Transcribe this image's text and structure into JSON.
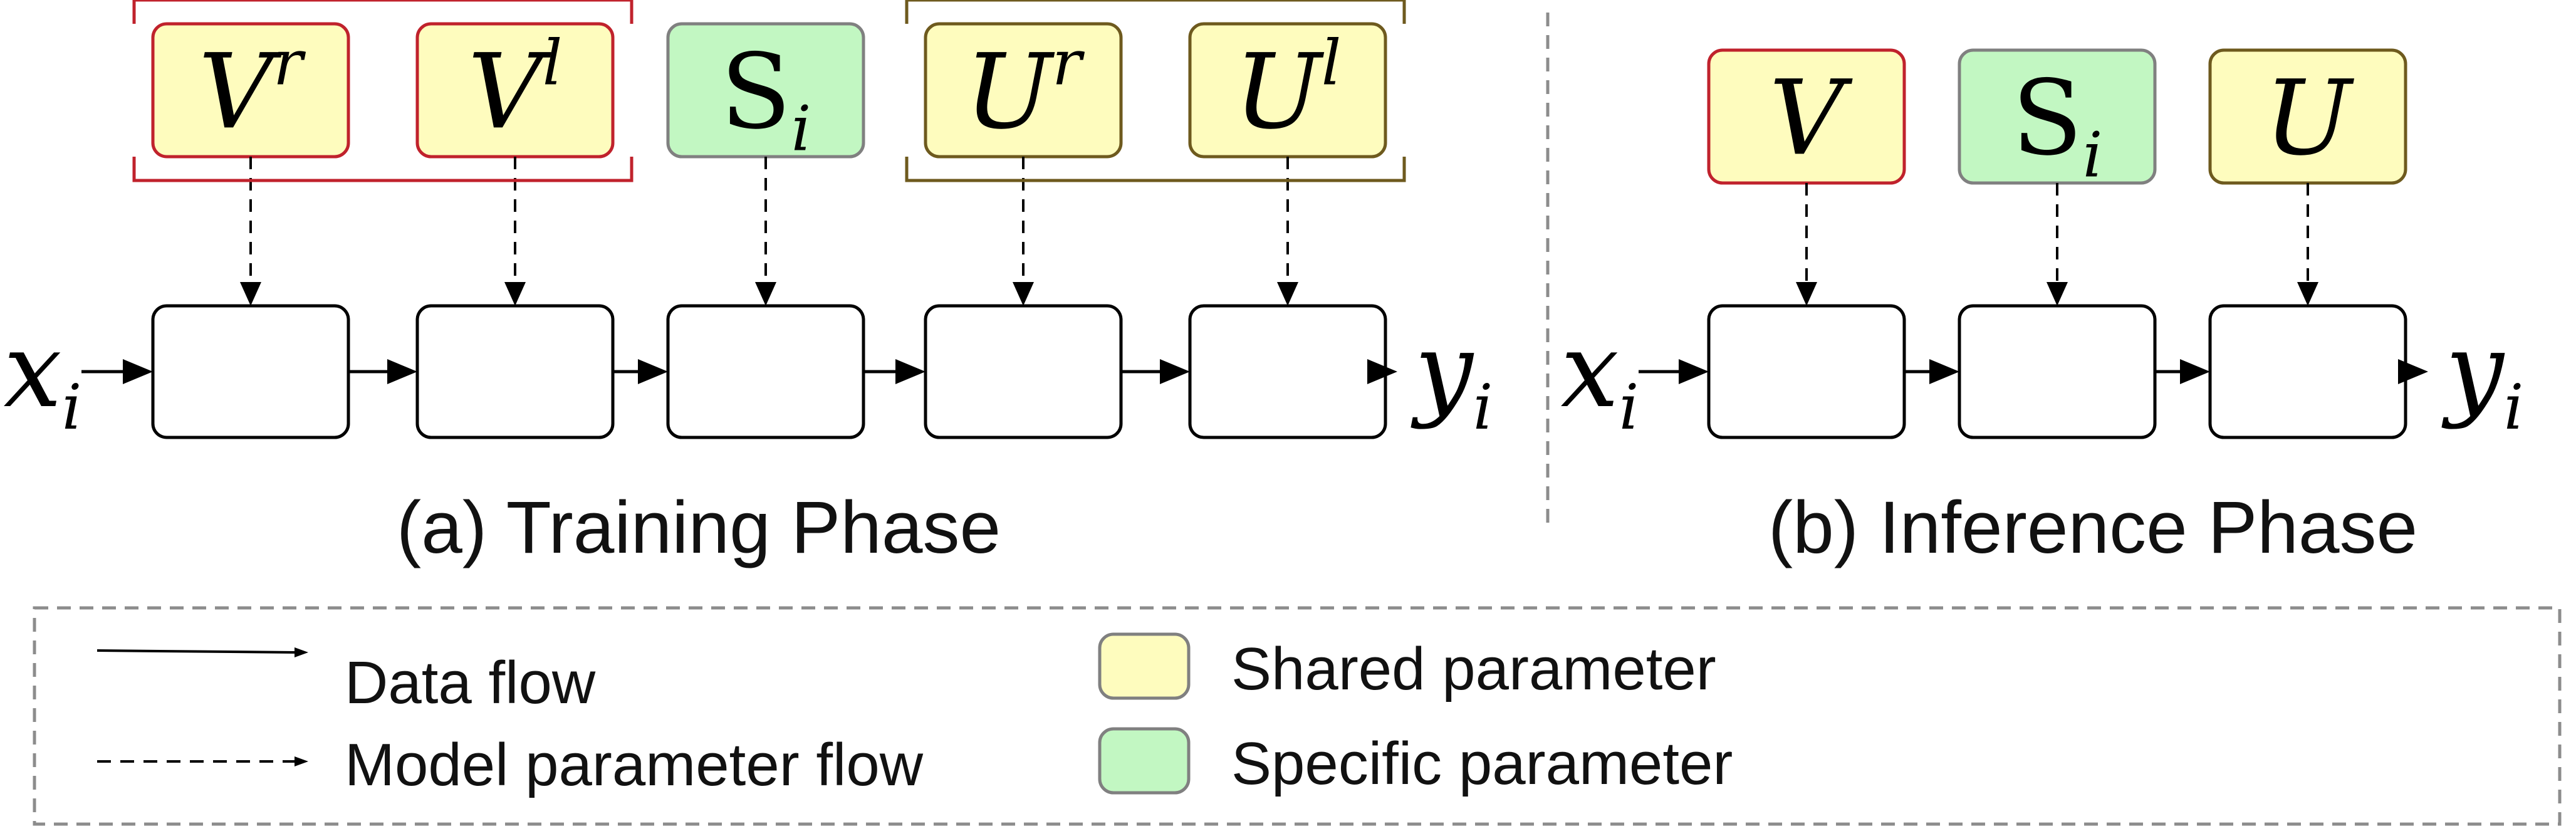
{
  "training": {
    "caption": "(a) Training Phase",
    "input": {
      "base": "x",
      "sub": "i"
    },
    "output": {
      "base": "y",
      "sub": "i"
    },
    "params": [
      {
        "base": "V",
        "sup": "r",
        "sub": "",
        "kind": "shared",
        "border": "#c0222c"
      },
      {
        "base": "V",
        "sup": "l",
        "sub": "",
        "kind": "shared",
        "border": "#c0222c"
      },
      {
        "base": "S",
        "sup": "",
        "sub": "i",
        "kind": "specific",
        "border": "#808080"
      },
      {
        "base": "U",
        "sup": "r",
        "sub": "",
        "kind": "shared",
        "border": "#6e5a1e"
      },
      {
        "base": "U",
        "sup": "l",
        "sub": "",
        "kind": "shared",
        "border": "#6e5a1e"
      }
    ],
    "groups": [
      {
        "covers": [
          0,
          1
        ],
        "color": "#c0222c"
      },
      {
        "covers": [
          3,
          4
        ],
        "color": "#6e5a1e"
      }
    ]
  },
  "inference": {
    "caption": "(b) Inference Phase",
    "input": {
      "base": "x",
      "sub": "i"
    },
    "output": {
      "base": "y",
      "sub": "i"
    },
    "params": [
      {
        "base": "V",
        "sup": "",
        "sub": "",
        "kind": "shared",
        "border": "#c0222c"
      },
      {
        "base": "S",
        "sup": "",
        "sub": "i",
        "kind": "specific",
        "border": "#808080"
      },
      {
        "base": "U",
        "sup": "",
        "sub": "",
        "kind": "shared",
        "border": "#6e5a1e"
      }
    ]
  },
  "legend": {
    "data_flow_label": "Data flow",
    "model_param_flow_label": "Model parameter flow",
    "shared_label": "Shared parameter",
    "specific_label": "Specific parameter"
  },
  "colors": {
    "shared_fill": "#fefcbe",
    "specific_fill": "#c2f7c2",
    "shared_border_legend": "#808080",
    "specific_border_legend": "#808080",
    "divider": "#8c8c8c",
    "line": "#000000"
  }
}
